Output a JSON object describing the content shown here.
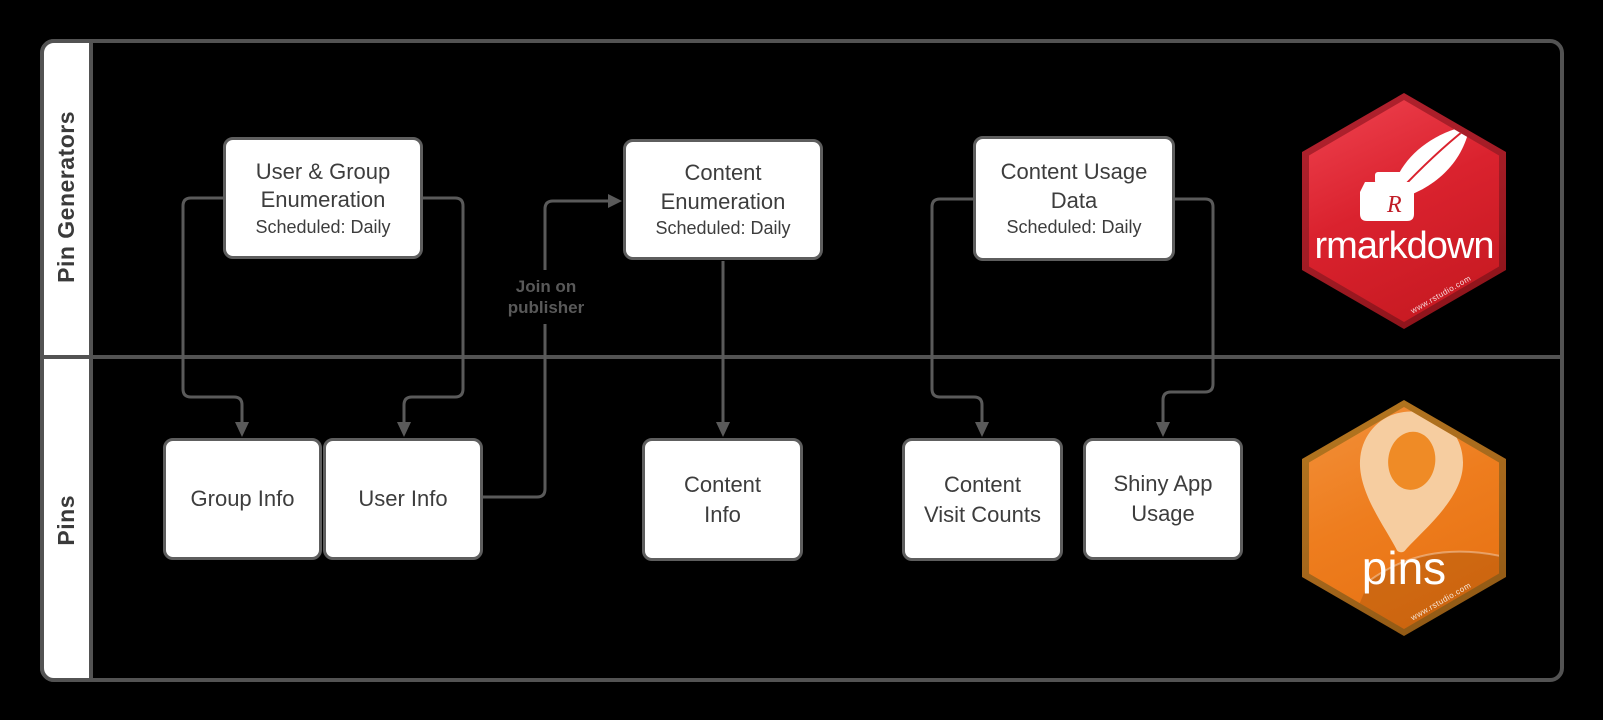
{
  "lanes": [
    {
      "label": "Pin Generators"
    },
    {
      "label": "Pins"
    }
  ],
  "generator_boxes": [
    {
      "title": "User & Group\nEnumeration",
      "subtitle": "Scheduled: Daily"
    },
    {
      "title": "Content\nEnumeration",
      "subtitle": "Scheduled: Daily"
    },
    {
      "title": "Content Usage\nData",
      "subtitle": "Scheduled: Daily"
    }
  ],
  "pin_boxes": [
    {
      "label": "Group Info"
    },
    {
      "label": "User Info"
    },
    {
      "label": "Content\nInfo"
    },
    {
      "label": "Content\nVisit Counts"
    },
    {
      "label": "Shiny App\nUsage"
    }
  ],
  "annotation": {
    "join_label": "Join on\npublisher"
  },
  "logos": {
    "rmarkdown": {
      "text": "rmarkdown",
      "monogram": "R",
      "url": "www.rstudio.com"
    },
    "pins": {
      "text": "pins",
      "url": "www.rstudio.com"
    }
  },
  "colors": {
    "background": "#000000",
    "frame": "#535353",
    "connector": "#5a5a5a",
    "box_border": "#5e5e5e",
    "box_text": "#3d3d3d",
    "rmarkdown_red": "#da222e",
    "rmarkdown_border": "#a01b24",
    "pins_orange": "#ee7d1e",
    "pins_border": "#a4661c"
  }
}
